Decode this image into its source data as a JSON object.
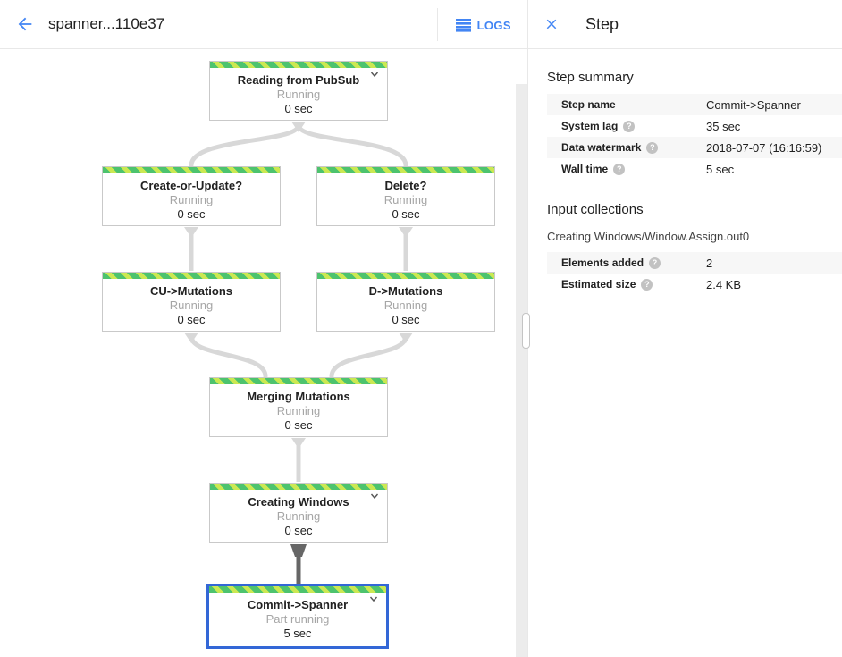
{
  "header": {
    "title": "spanner...110e37",
    "logs_label": "LOGS"
  },
  "panel": {
    "title": "Step",
    "step_summary": {
      "heading": "Step summary",
      "rows": [
        {
          "label": "Step name",
          "value": "Commit->Spanner"
        },
        {
          "label": "System lag",
          "value": "35 sec"
        },
        {
          "label": "Data watermark",
          "value": "2018-07-07 (16:16:59)"
        },
        {
          "label": "Wall time",
          "value": "5 sec"
        }
      ]
    },
    "input_collections": {
      "heading": "Input collections",
      "collection_name": "Creating Windows/Window.Assign.out0",
      "rows": [
        {
          "label": "Elements added",
          "value": "2"
        },
        {
          "label": "Estimated size",
          "value": "2.4 KB"
        }
      ]
    }
  },
  "graph": {
    "nodes": [
      {
        "title": "Reading from PubSub",
        "status": "Running",
        "time": "0 sec"
      },
      {
        "title": "Create-or-Update?",
        "status": "Running",
        "time": "0 sec"
      },
      {
        "title": "Delete?",
        "status": "Running",
        "time": "0 sec"
      },
      {
        "title": "CU->Mutations",
        "status": "Running",
        "time": "0 sec"
      },
      {
        "title": "D->Mutations",
        "status": "Running",
        "time": "0 sec"
      },
      {
        "title": "Merging Mutations",
        "status": "Running",
        "time": "0 sec"
      },
      {
        "title": "Creating Windows",
        "status": "Running",
        "time": "0 sec"
      },
      {
        "title": "Commit->Spanner",
        "status": "Part running",
        "time": "5 sec"
      }
    ]
  },
  "icons": {
    "help": "?"
  },
  "colors": {
    "accent": "#4285f4",
    "selected": "#3367d6",
    "stripe1": "#4dc36e",
    "stripe2": "#cbe852",
    "edge": "#d8d8d8",
    "edge-dark": "#666666",
    "text": "#212121",
    "muted": "#a6a6a6",
    "divider": "#e8e8e8",
    "rowstripe": "#f7f7f7",
    "nodeborder": "#c9c9c9",
    "helpbg": "#c2c2c2"
  }
}
